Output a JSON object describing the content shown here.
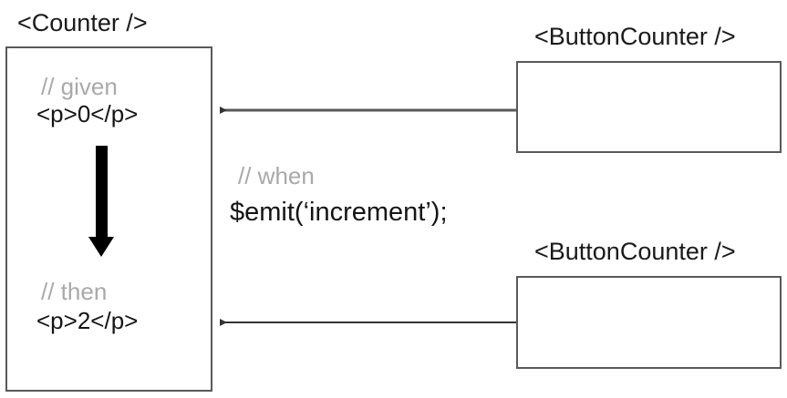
{
  "diagram": {
    "title_left": "<Counter />",
    "counter": {
      "given_comment": "// given",
      "given_code": "<p>0</p>",
      "then_comment": "// then",
      "then_code": "<p>2</p>"
    },
    "annotation": {
      "when_comment": "// when",
      "emit_code": "$emit(‘increment’);"
    },
    "button_counters": [
      {
        "title": "<ButtonCounter />",
        "body": ""
      },
      {
        "title": "<ButtonCounter />",
        "body": ""
      }
    ],
    "colors": {
      "text": "#151515",
      "comment": "#a9a9a9",
      "box_border": "#595959",
      "arrow": "#595959",
      "flow_arrow": "#000000",
      "background": "#ffffff"
    }
  }
}
